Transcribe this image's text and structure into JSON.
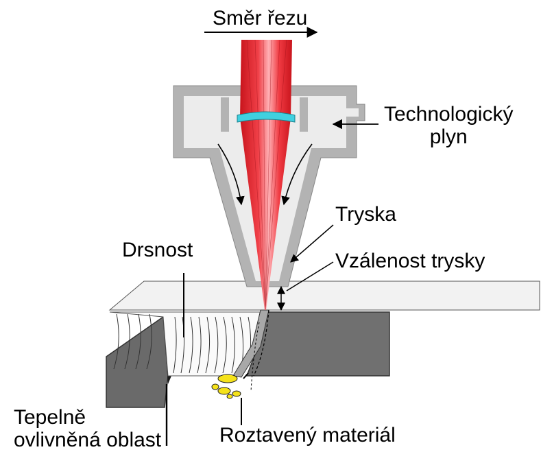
{
  "labels": {
    "cut_direction": "Směr řezu",
    "process_gas_line1": "Technologický",
    "process_gas_line2": "plyn",
    "nozzle": "Tryska",
    "nozzle_distance": "Vzálenost trysky",
    "roughness": "Drsnost",
    "haz_line1": "Tepelně",
    "haz_line2": "ovlivněná oblast",
    "molten_material": "Roztavený materiál"
  },
  "colors": {
    "laser_beam": "#e8232a",
    "lens": "#40d0e0",
    "nozzle_body": "#b3b3b3",
    "nozzle_inner": "#ececec",
    "workpiece_dark": "#707070",
    "workpiece_top": "#f2f2f2",
    "molten": "#f5e21a"
  }
}
